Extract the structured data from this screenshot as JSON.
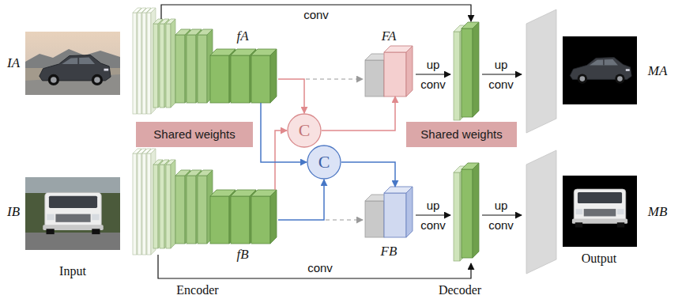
{
  "diagram": {
    "nodes": [
      {
        "text": [
          "fA"
        ]
      },
      {
        "text": [
          "fB"
        ]
      },
      {
        "text": [
          "C"
        ]
      },
      {
        "text": [
          "C"
        ]
      },
      {
        "text": [
          "FA"
        ]
      },
      {
        "text": [
          "FB"
        ]
      },
      {
        "text": [
          "Shared weights"
        ]
      },
      {
        "text": [
          "Shared weights"
        ]
      }
    ],
    "edges": [
      {
        "from": 0,
        "to": 2,
        "arrow": "to"
      },
      {
        "from": 1,
        "to": 2,
        "arrow": "to"
      },
      {
        "from": 0,
        "to": 3,
        "arrow": "to"
      },
      {
        "from": 1,
        "to": 3,
        "arrow": "to"
      },
      {
        "from": 2,
        "to": 4,
        "arrow": "to"
      },
      {
        "from": 3,
        "to": 5,
        "arrow": "to"
      }
    ],
    "labels": [
      "conv",
      "IA",
      "up",
      "conv",
      "up",
      "conv",
      "MA",
      "IB",
      "up",
      "conv",
      "up",
      "conv",
      "MB",
      "Input",
      "Encoder",
      "Decoder",
      "Output",
      "conv"
    ]
  }
}
